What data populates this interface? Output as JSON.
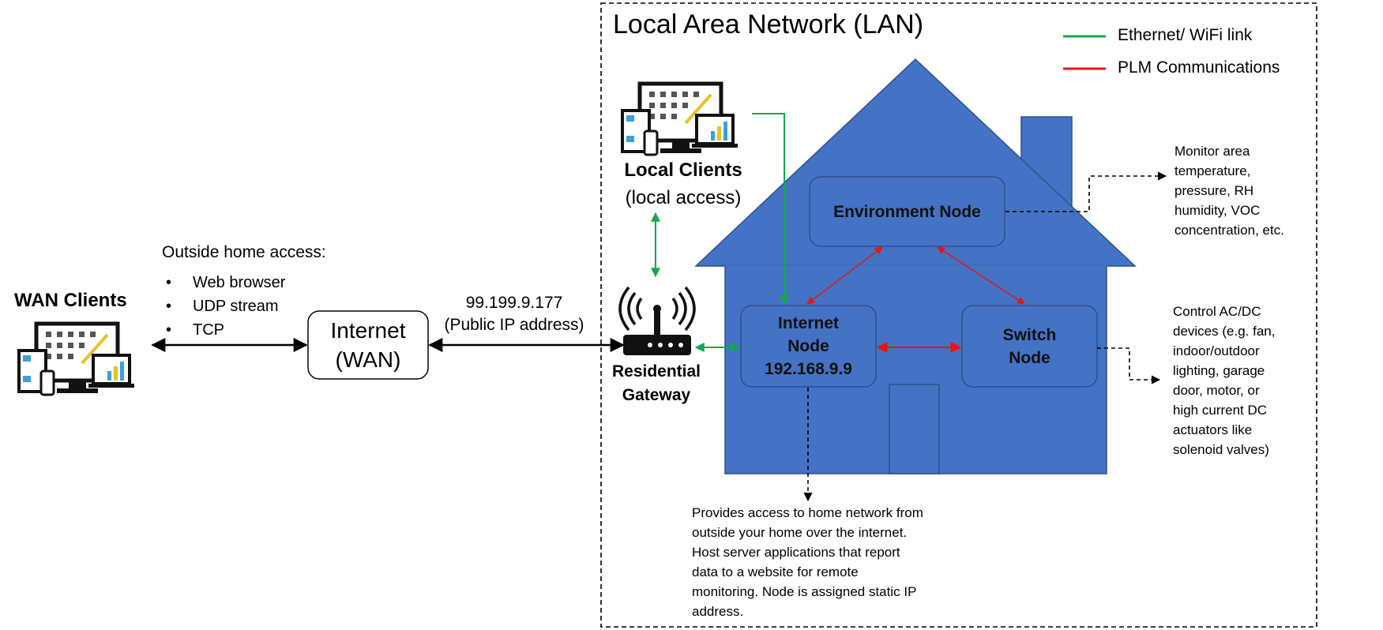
{
  "lan": {
    "title": "Local Area Network (LAN)"
  },
  "legend": {
    "items": [
      {
        "label": "Ethernet/ WiFi link",
        "color": "#14a84b"
      },
      {
        "label": "PLM Communications",
        "color": "#ee1111"
      }
    ]
  },
  "wan_clients": {
    "label": "WAN Clients"
  },
  "outside_access": {
    "title": "Outside home access:",
    "items": [
      "Web browser",
      "UDP stream",
      "TCP"
    ]
  },
  "internet_box": {
    "line1": "Internet",
    "line2": "(WAN)"
  },
  "public_ip": {
    "address": "99.199.9.177",
    "caption": "(Public IP address)"
  },
  "gateway": {
    "line1": "Residential",
    "line2": "Gateway"
  },
  "local_clients": {
    "title": "Local Clients",
    "subtitle": "(local access)"
  },
  "nodes": {
    "environment": {
      "label": "Environment Node"
    },
    "internet": {
      "line1": "Internet",
      "line2": "Node",
      "line3": "192.168.9.9"
    },
    "switch": {
      "line1": "Switch",
      "line2": "Node"
    }
  },
  "notes": {
    "environment": [
      "Monitor area",
      "temperature,",
      "pressure, RH",
      "humidity, VOC",
      "concentration, etc."
    ],
    "switch": [
      "Control AC/DC",
      "devices (e.g. fan,",
      "indoor/outdoor",
      "lighting, garage",
      "door, motor, or",
      "high current DC",
      "actuators like",
      "solenoid valves)"
    ],
    "internet": [
      "Provides access to home network from",
      "outside your home over the internet.",
      "Host server applications that report",
      "data to a website for remote",
      "monitoring. Node is assigned static IP",
      "address."
    ]
  },
  "colors": {
    "house": "#4472c4",
    "house_outline": "#2f528f",
    "node_outline": "#2f4f8f",
    "ethernet": "#14a84b",
    "plm": "#ee1111"
  }
}
